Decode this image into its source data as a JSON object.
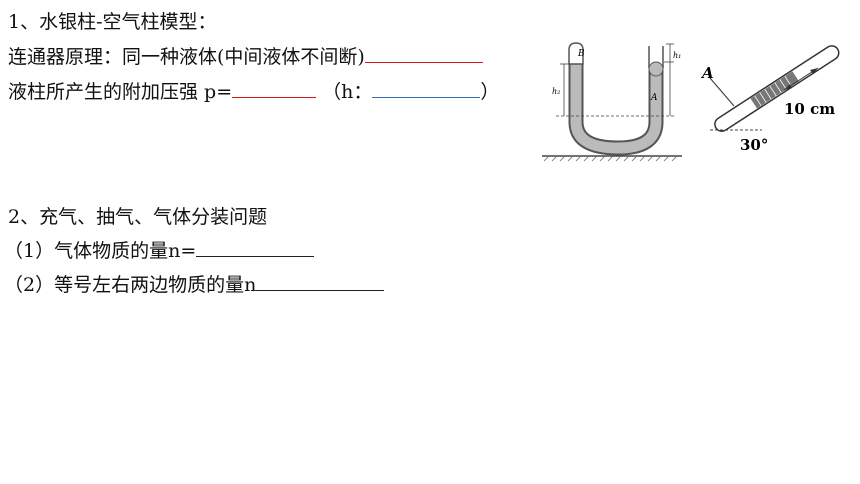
{
  "section1": {
    "title": "1、水银柱-空气柱模型：",
    "principle_label": "连通器原理：同一种液体(中间液体不间断)",
    "pressure_label": "液柱所产生的附加压强  p=",
    "h_label": "（h：",
    "h_close": "）"
  },
  "section2": {
    "title": "2、充气、抽气、气体分装问题",
    "item1_label": "（1）气体物质的量n=",
    "item2_label": "（2）等号左右两边物质的量n"
  },
  "figure_utube": {
    "label_B": "B",
    "label_A": "A",
    "label_h1": "h₁",
    "label_h2": "h₂"
  },
  "figure_incline": {
    "label_A": "A",
    "label_length": "10 cm",
    "label_angle": "30°"
  },
  "colors": {
    "blank_red": "#d11a1a",
    "blank_blue": "#2f6fb0"
  }
}
